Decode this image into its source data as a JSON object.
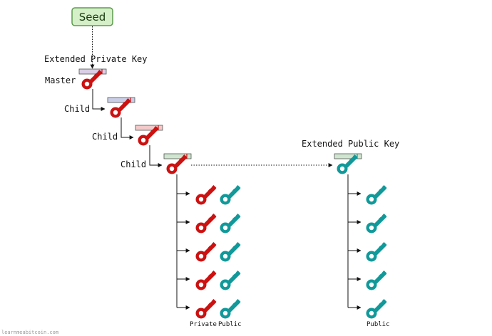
{
  "seed": {
    "label": "Seed"
  },
  "labels": {
    "extended_private_key": "Extended Private Key",
    "master": "Master",
    "child_1": "Child",
    "child_2": "Child",
    "child_3": "Child",
    "extended_public_key": "Extended Public Key",
    "private": "Private",
    "public_left": "Public",
    "public_right": "Public",
    "watermark": "learnmeabitcoin.com"
  },
  "colors": {
    "private_key": "#cc1111",
    "public_key": "#11999a",
    "seed_fill": "#d5f0c8",
    "seed_border": "#5d9b4d",
    "bar_master": "#d9cde8",
    "bar_child_1": "#c9cde6",
    "bar_child_2": "#f3c9c9",
    "bar_child_3": "#cfe5cf",
    "bar_xpub": "#cfe5cf"
  },
  "icons": {
    "private": "red-key-icon",
    "public": "teal-key-icon"
  },
  "derived_keys_count": 5
}
